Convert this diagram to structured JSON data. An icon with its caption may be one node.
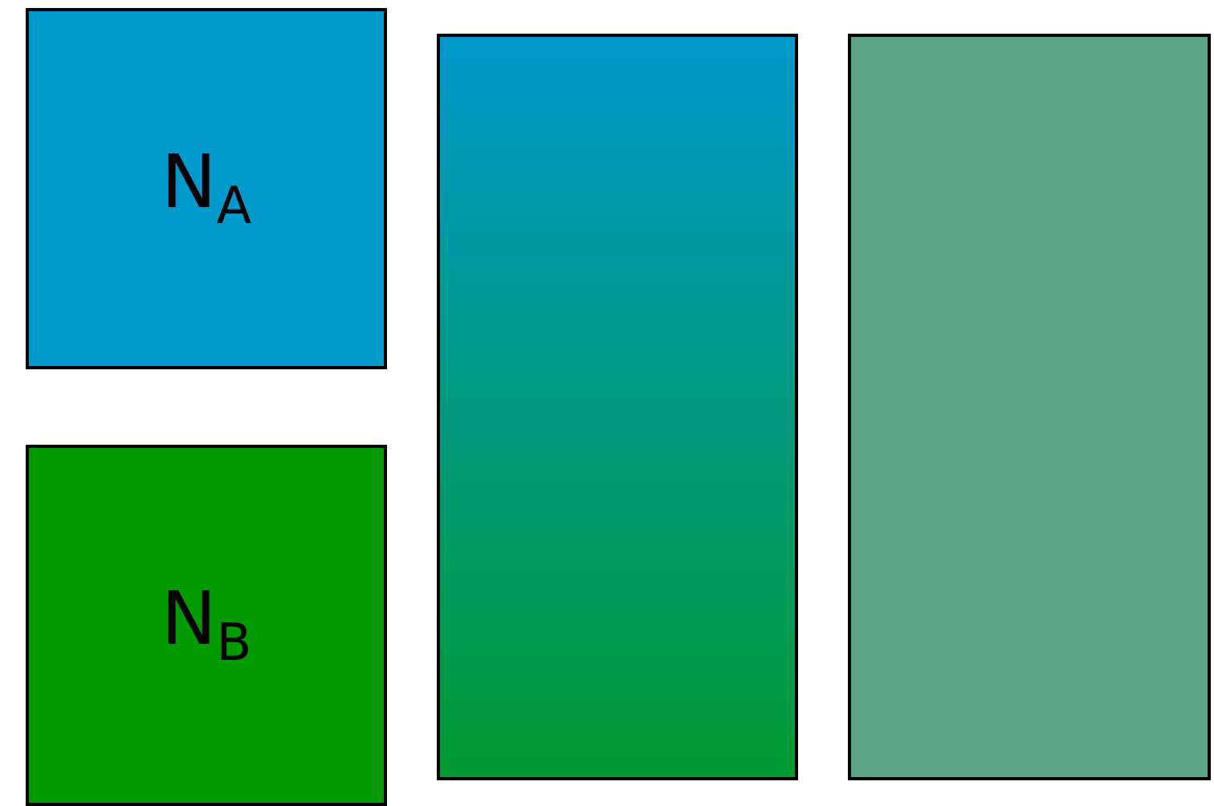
{
  "diagram": {
    "nodes": [
      {
        "text": [
          "N$_{A}$"
        ]
      },
      {
        "text": [
          "N$_{B}$"
        ]
      },
      {
        "text": [],
        "shape": "box"
      },
      {
        "text": [],
        "shape": "box"
      }
    ]
  }
}
